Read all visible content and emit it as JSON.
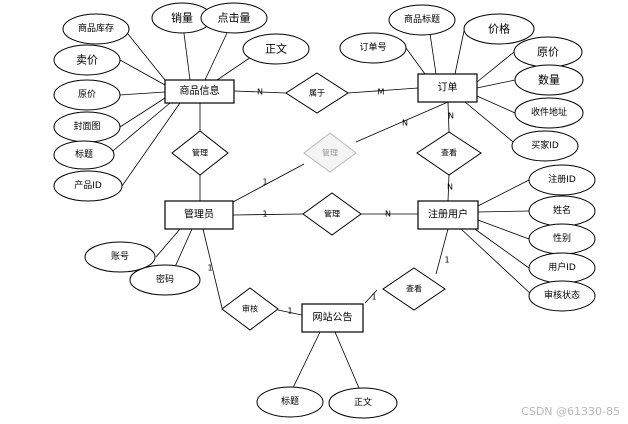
{
  "entities": {
    "product": "商品信息",
    "order": "订单",
    "admin": "管理员",
    "user": "注册用户",
    "notice": "网站公告"
  },
  "relationships": {
    "belongs": "属于",
    "manage_products": "管理",
    "manage_orders": "管理",
    "manage_users": "管理",
    "view_orders": "查看",
    "review": "审核",
    "view_notice": "查看"
  },
  "attributes": {
    "product": [
      "商品库存",
      "销量",
      "点击量",
      "正文",
      "卖价",
      "原价",
      "封面图",
      "标题",
      "产品ID"
    ],
    "order": [
      "订单号",
      "商品标题",
      "价格",
      "原价",
      "数量",
      "收件地址",
      "买家ID"
    ],
    "user": [
      "注册ID",
      "姓名",
      "性别",
      "用户ID",
      "审核状态"
    ],
    "admin": [
      "账号",
      "密码"
    ],
    "notice": [
      "标题",
      "正文"
    ]
  },
  "cardinalities": {
    "product_belongs": "N",
    "order_belongs": "M",
    "order_manage": "N",
    "admin_manage_orders": "1",
    "order_view": "N",
    "user_view_orders": "N",
    "admin_manage_users": "1",
    "user_manage": "N",
    "admin_review": "1",
    "notice_review": "1",
    "notice_view": "1",
    "user_view_notice": "1"
  },
  "watermark": "CSDN @61330-85"
}
